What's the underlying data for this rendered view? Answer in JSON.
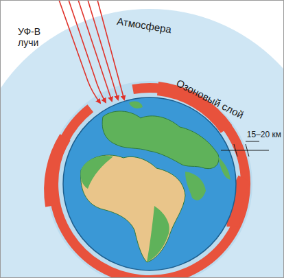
{
  "diagram": {
    "labels": [
      "УФ-В лучи",
      "Атмосфера",
      "Озоновый слой",
      "15–20 км"
    ]
  }
}
